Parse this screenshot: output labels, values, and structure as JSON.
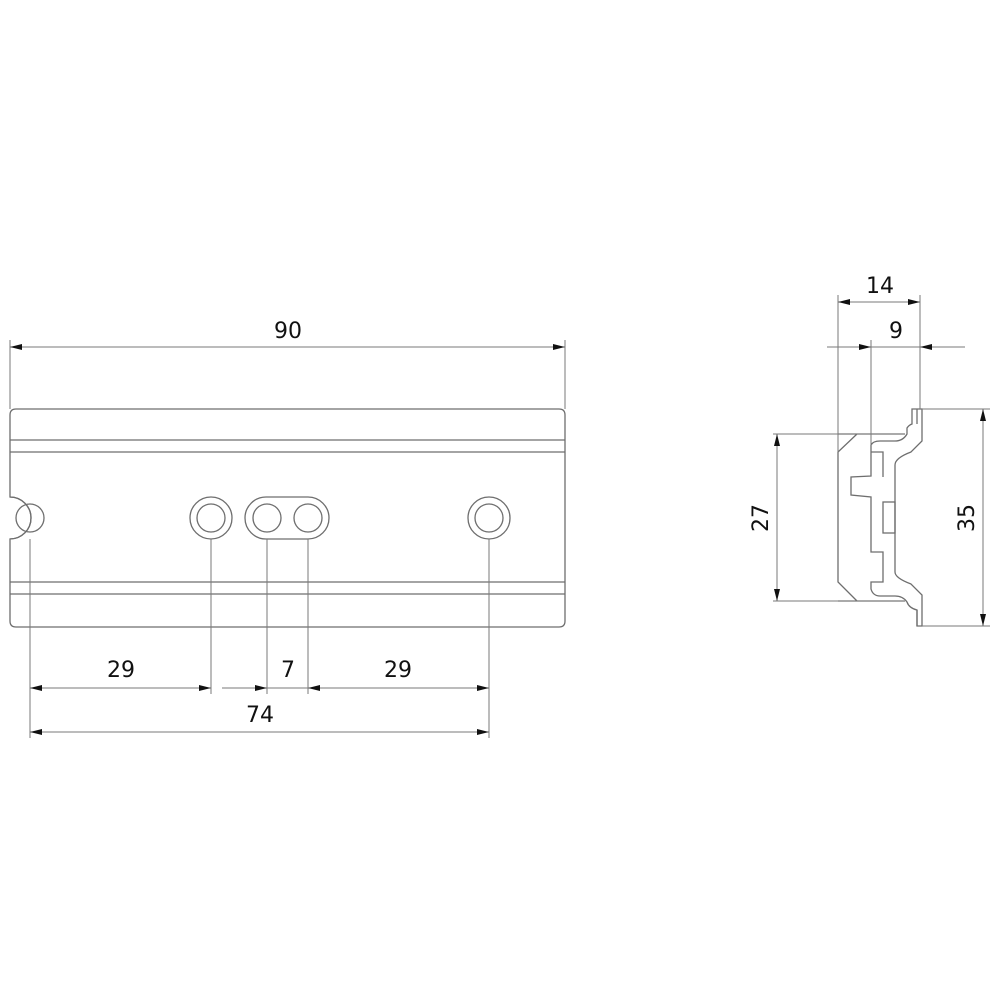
{
  "drawing": {
    "front_view": {
      "dimensions": {
        "overall_width": "90",
        "hole_spacing_left": "29",
        "slot_spacing": "7",
        "hole_spacing_right": "29",
        "outer_hole_distance": "74"
      }
    },
    "side_view": {
      "dimensions": {
        "depth": "14",
        "rail_depth": "9",
        "inner_height": "27",
        "rail_height": "35"
      }
    },
    "colors": {
      "line": "#7a7a7a",
      "text": "#111111"
    }
  }
}
